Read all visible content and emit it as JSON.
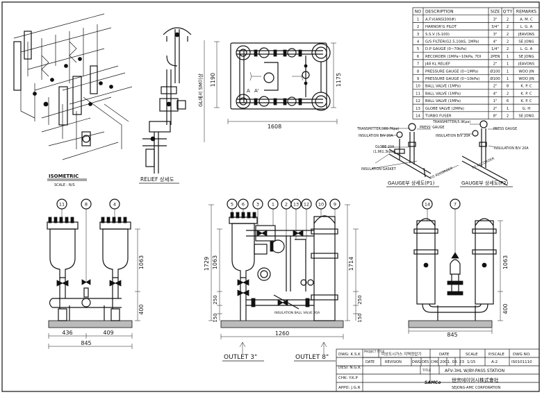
{
  "bom": {
    "headers": [
      "NO",
      "DESCRIPTION",
      "SIZE",
      "Q'TY",
      "REMARKS"
    ],
    "rows": [
      [
        "1",
        "A.F.V(ANSI300#)",
        "3\"",
        "2",
        "A. M. C"
      ],
      [
        "2",
        "HARNOR'G PILOT",
        "3/4\"",
        "2",
        "L. G. A"
      ],
      [
        "3",
        "S.S.V (S-100)",
        "3\"",
        "2",
        "JEAVONS"
      ],
      [
        "4",
        "G/S FILTER(G2.5,10AS, 1MPa)",
        "4\"",
        "2",
        "SE JONG"
      ],
      [
        "5",
        "D.P GAUGE (0~70kPa)",
        "1/4\"",
        "2",
        "L. G. A"
      ],
      [
        "6",
        "RECORDER (1MPa~10kPa, 7DI",
        "2PEN",
        "1",
        "SE JONG"
      ],
      [
        "7",
        "J48 KL RELIEF",
        "2\"",
        "1",
        "JEAVONS"
      ],
      [
        "8",
        "PRESSURE GAUGE (0~1MPa)",
        "Ø100",
        "1",
        "WOO JIN"
      ],
      [
        "9",
        "PRESSURE GAUGE (0~10kPa)",
        "Ø100",
        "1",
        "WOO JIN"
      ],
      [
        "10",
        "BALL VALVE (1MPa)",
        "2\"",
        "8",
        "K. P. C"
      ],
      [
        "11",
        "BALL VALVE (1MPa)",
        "4\"",
        "2",
        "K. P. C"
      ],
      [
        "12",
        "BALL VALVE (1MPa)",
        "1\"",
        "6",
        "K. P. C"
      ],
      [
        "13",
        "GLOBE VALVE (2MPa)",
        "2\"",
        "1",
        "G. H"
      ],
      [
        "14",
        "TURBO FUSER",
        "8\"",
        "2",
        "SE JONG"
      ]
    ]
  },
  "labels": {
    "isometric_title": "ISOMETRIC",
    "isometric_scale": "SCALE : N/S",
    "relief_title": "RELIEF 상세도",
    "gauge_p1_title": "GAUGE부 상세도(P1)",
    "gauge_p2_title": "GAUGE부 상세도(P2)",
    "outlet_left": "OUTLET 3\"",
    "outlet_right": "OUTLET 8\"",
    "transmitter_p1": "TRANSMITTER(980.7Kpa)",
    "press_gauge_p1": "PRESS' GAUGE",
    "insulation_bv_p1": "INSULATION B/V 20A",
    "globe": "GLOBE 20A",
    "globe_rating": "(1,961.3kpa)",
    "insulation_gasket": "INSULATION GASKET",
    "to_recorder_1": "TO RECORDER",
    "transmitter_p2": "TRANSMITTER(5.9Kpa)",
    "insulation_bv_p2a": "INSULATION B/V 20A",
    "press_gauge_p2": "PRESS GAUGE",
    "insulation_bv_p2b": "INSULATION B/V 20A",
    "to_recorder_2": "TO RECORDER",
    "insulation_ball_valve": "INSULATION BALL VALVE 20A",
    "space_label": "GL에서 SM이상",
    "a_left": "A",
    "a_right": "A'"
  },
  "dims": {
    "plan_width": "1608",
    "plan_height_left": "1190",
    "plan_height_right": "1175",
    "left_w1": "436",
    "left_w2": "409",
    "left_total": "845",
    "left_h1": "1063",
    "left_h2": "400",
    "center_total": "1260",
    "center_h_total": "1729",
    "center_h_right": "1714",
    "center_h1": "1063",
    "center_h2": "250",
    "center_h3": "150",
    "center_h4": "250",
    "center_h5": "150",
    "right_total": "845",
    "right_h1": "1063",
    "right_h2": "400"
  },
  "balloons": {
    "left": [
      "11",
      "8",
      "4"
    ],
    "center": [
      "5",
      "6",
      "3",
      "1",
      "2",
      "13",
      "12",
      "10",
      "9"
    ],
    "right": [
      "14",
      "7"
    ]
  },
  "title_block": {
    "dwg_label": "DWG: K.S.K",
    "desi_label": "DESI: N.G.K",
    "chk_label": "CHK: Y.K.P",
    "appd_label": "APPD: J.G.R",
    "project_title_label": "PROJECT TITLE",
    "project_title": "미상도시가스 지역정압기",
    "date_label": "DATE",
    "scale_label": "SCALE",
    "pscale_label": "P/SCALE",
    "dwg_no_label": "DWG NO.",
    "rev_date_label": "DATE",
    "revision_label": "REVISION",
    "dwg_col": "DWG",
    "des_col": "DES",
    "chk_col": "CHK",
    "date_value": "2001. 03. 23",
    "scale_value": "1/15",
    "pscale_value": "A-2",
    "dwg_no_value": "IS0101110",
    "title_label": "TITLE",
    "title_value": "AFV-3HL W/BY-PASS STATION",
    "company_value": "世宗에이엄시株式會社",
    "company_sub": "SEJONG-AMC CORPORATION",
    "logo_text": "SAMCo"
  }
}
